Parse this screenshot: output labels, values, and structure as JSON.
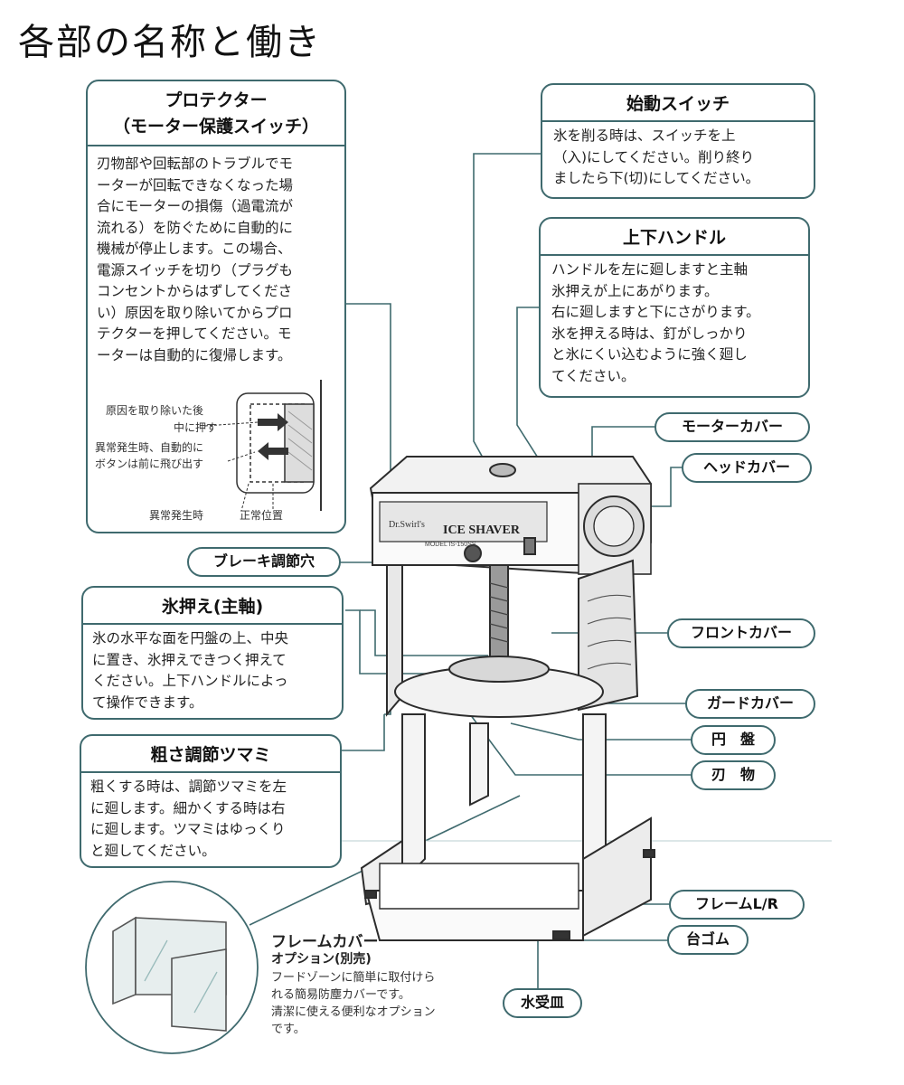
{
  "page_title": "各部の名称と働き",
  "protector": {
    "title_1": "プロテクター",
    "title_2": "（モーター保護スイッチ）",
    "lines": [
      "刃物部や回転部のトラブルでモ",
      "ーターが回転できなくなった場",
      "合にモーターの損傷（過電流が",
      "流れる）を防ぐために自動的に",
      "機械が停止します。この場合、",
      "電源スイッチを切り（プラグも",
      "コンセントからはずしてくださ",
      "い）原因を取り除いてからプロ",
      "テクターを押してください。モ",
      "ーターは自動的に復帰します。"
    ],
    "fig_label_push_1": "原因を取り除いた後",
    "fig_label_push_2": "中に押す",
    "fig_label_pop_1": "異常発生時、自動的に",
    "fig_label_pop_2": "ボタンは前に飛び出す",
    "fig_label_abnormal": "異常発生時",
    "fig_label_normal": "正常位置"
  },
  "start_switch": {
    "title": "始動スイッチ",
    "lines": [
      "氷を削る時は、スイッチを上",
      "（入)にしてください。削り終り",
      "ましたら下(切)にしてください。"
    ]
  },
  "handle": {
    "title": "上下ハンドル",
    "lines": [
      "ハンドルを左に廻しますと主軸",
      "氷押えが上にあがります。",
      "右に廻しますと下にさがります。",
      "氷を押える時は、釘がしっかり",
      "と氷にくい込むように強く廻し",
      "てください。"
    ]
  },
  "ice_press": {
    "title": "氷押え(主軸)",
    "lines": [
      "氷の水平な面を円盤の上、中央",
      "に置き、氷押えできつく押えて",
      "ください。上下ハンドルによっ",
      "て操作できます。"
    ]
  },
  "coarse_knob": {
    "title": "粗さ調節ツマミ",
    "lines": [
      "粗くする時は、調節ツマミを左",
      "に廻します。細かくする時は右",
      "に廻します。ツマミはゆっくり",
      "と廻してください。"
    ]
  },
  "labels": {
    "motor_cover": "モーターカバー",
    "head_cover": "ヘッドカバー",
    "brake_hole": "ブレーキ調節穴",
    "front_cover": "フロントカバー",
    "guard_cover": "ガードカバー",
    "disc": "円　盤",
    "blade": "刃　物",
    "frame_lr": "フレームL/R",
    "rubber_feet": "台ゴム",
    "drip_tray": "水受皿"
  },
  "machine": {
    "brand": "Dr.Swirl's",
    "name": "ICE SHAVER",
    "model": "MODEL IS-150SS"
  },
  "frame_cover": {
    "title": "フレームカバー",
    "subtitle": "オプション(別売)",
    "lines": [
      "フードゾーンに簡単に取付けら",
      "れる簡易防塵カバーです。",
      "清潔に使える便利なオプション",
      "です。"
    ]
  },
  "colors": {
    "border": "#3f6a6e",
    "line": "#3f6a6e"
  }
}
